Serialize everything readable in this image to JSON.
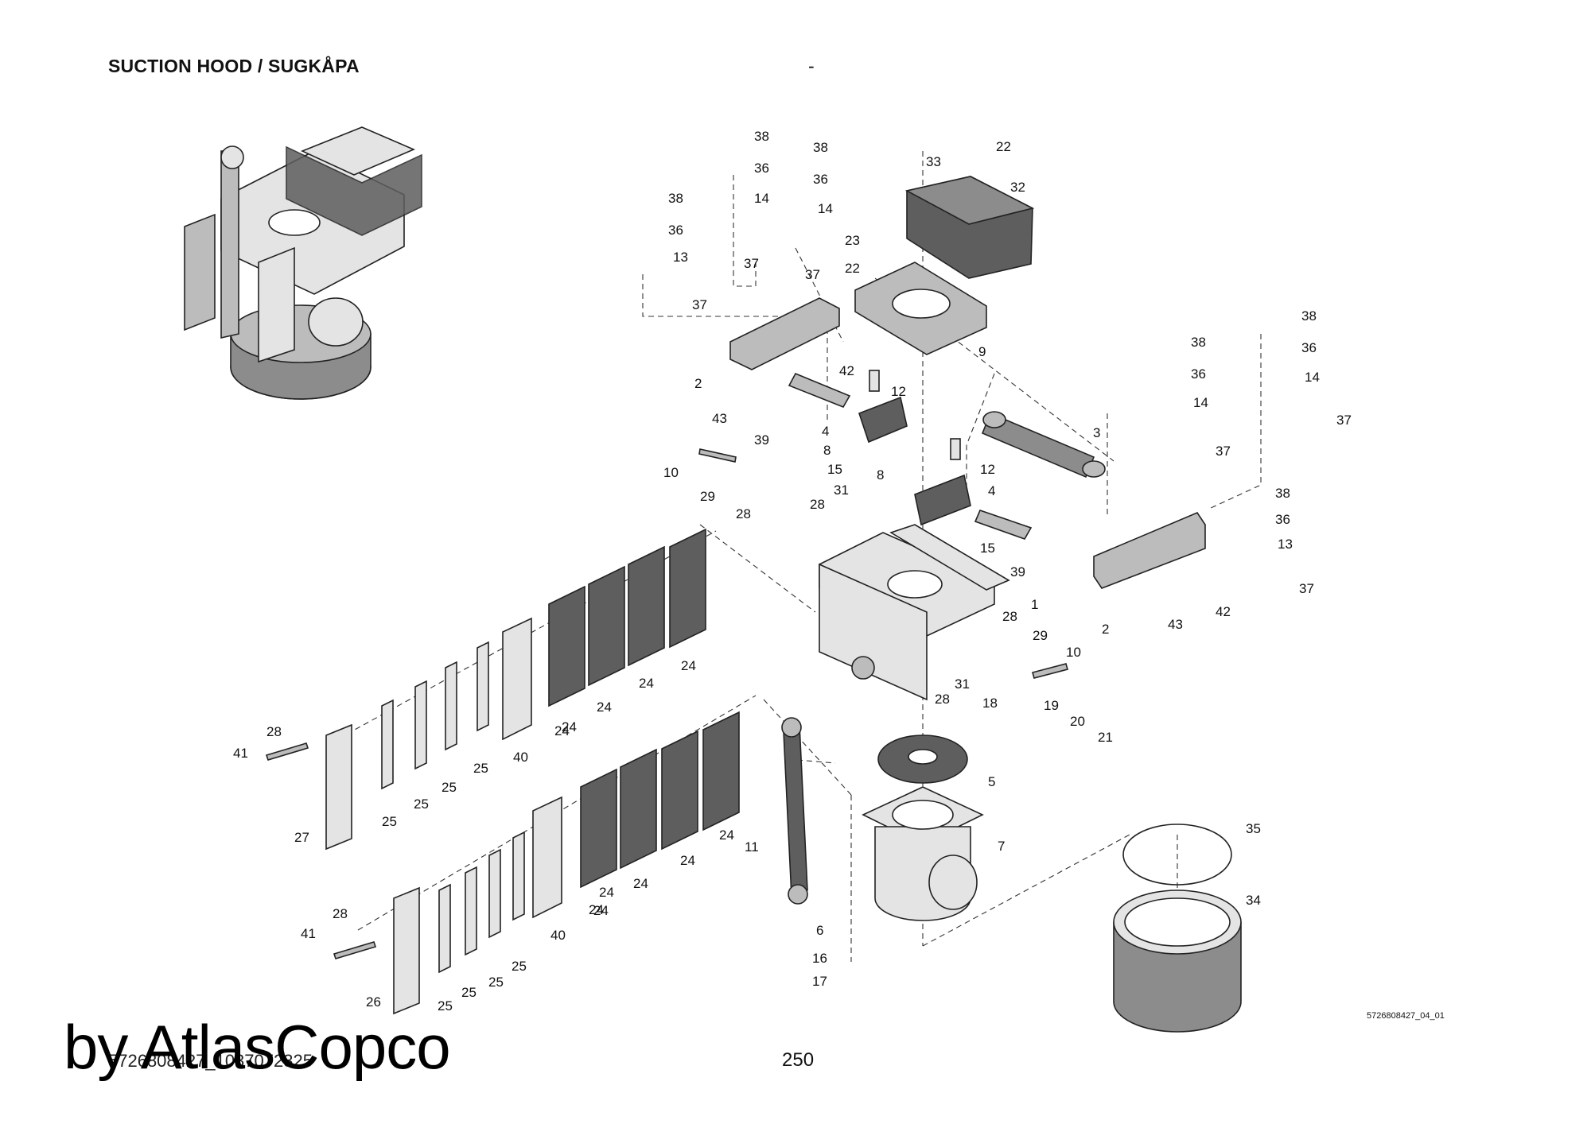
{
  "header": {
    "title": "SUCTION HOOD / SUGKÅPA",
    "separator": "-"
  },
  "footer": {
    "doc_code": "5726808427_04_01",
    "page_number": "250",
    "code": "5726808427_1037072325"
  },
  "watermark": "by AtlasCopco",
  "callouts": [
    "38",
    "38",
    "36",
    "36",
    "14",
    "14",
    "38",
    "36",
    "13",
    "37",
    "37",
    "37",
    "33",
    "22",
    "32",
    "23",
    "22",
    "9",
    "2",
    "42",
    "12",
    "43",
    "4",
    "39",
    "8",
    "15",
    "10",
    "29",
    "28",
    "3",
    "12",
    "8",
    "4",
    "28",
    "31",
    "38",
    "36",
    "14",
    "37",
    "38",
    "36",
    "14",
    "37",
    "38",
    "36",
    "13",
    "37",
    "2",
    "43",
    "42",
    "15",
    "39",
    "1",
    "28",
    "29",
    "10",
    "31",
    "28",
    "18",
    "19",
    "20",
    "21",
    "5",
    "24",
    "24",
    "24",
    "24",
    "24",
    "24",
    "40",
    "25",
    "25",
    "25",
    "25",
    "28",
    "41",
    "27",
    "24",
    "24",
    "24",
    "24",
    "24",
    "40",
    "25",
    "25",
    "25",
    "25",
    "28",
    "41",
    "26",
    "11",
    "7",
    "6",
    "16",
    "17",
    "35",
    "34"
  ]
}
